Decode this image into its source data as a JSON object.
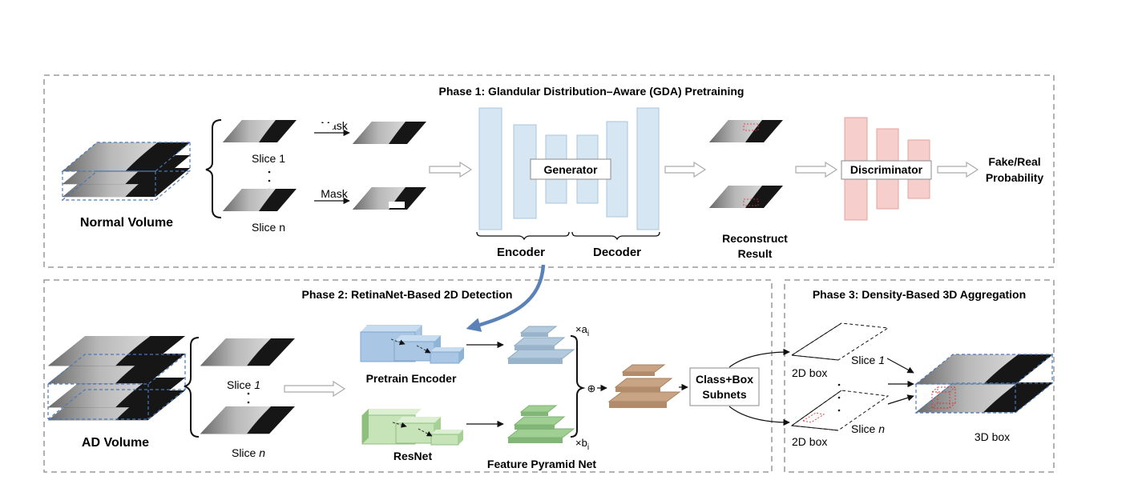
{
  "phase1": {
    "title": "Phase 1: Glandular Distribution–Aware (GDA) Pretraining",
    "normal_volume": "Normal Volume",
    "slice_1": "Slice 1",
    "slice_n": "Slice n",
    "mask_1": "Mask",
    "mask_2": "Mask",
    "generator": "Generator",
    "encoder": "Encoder",
    "decoder": "Decoder",
    "reconstruct_1": "Reconstruct",
    "reconstruct_2": "Result",
    "discriminator": "Discriminator",
    "output_1": "Fake/Real",
    "output_2": "Probability"
  },
  "phase2": {
    "title": "Phase 2: RetinaNet-Based 2D Detection",
    "ad_volume": "AD Volume",
    "slice_1_prefix": "Slice ",
    "slice_1_index": "1",
    "slice_n_prefix": "Slice ",
    "slice_n_index": "n",
    "pretrain_encoder": "Pretrain Encoder",
    "resnet": "ResNet",
    "feature_pyramid": "Feature Pyramid Net",
    "mult_a_base": "×a",
    "mult_a_sub": "i",
    "mult_b_base": "×b",
    "mult_b_sub": "i",
    "oplus": "⊕",
    "subnets_1": "Class+Box",
    "subnets_2": "Subnets"
  },
  "phase3": {
    "title": "Phase 3: Density-Based 3D Aggregation",
    "box2d_top": "2D box",
    "box2d_bottom": "2D box",
    "slice_1_prefix": "Slice ",
    "slice_1_index": "1",
    "slice_n_prefix": "Slice ",
    "slice_n_index": "n",
    "box3d": "3D box"
  },
  "colors": {
    "encoder_blue": "#d6e6f2",
    "encoder_blue_stroke": "#a9c6dc",
    "discriminator_pink": "#f6cfcc",
    "discriminator_stroke": "#e3a29d",
    "pretrain_blue": "#a9c7e4",
    "resnet_green": "#c7e3b8",
    "fpn_blue": "#b3c9dc",
    "fpn_green": "#9fcf93",
    "fused_brown": "#c9a484",
    "feedback_arrow": "#5a82b8",
    "dashed_border": "#888888"
  }
}
